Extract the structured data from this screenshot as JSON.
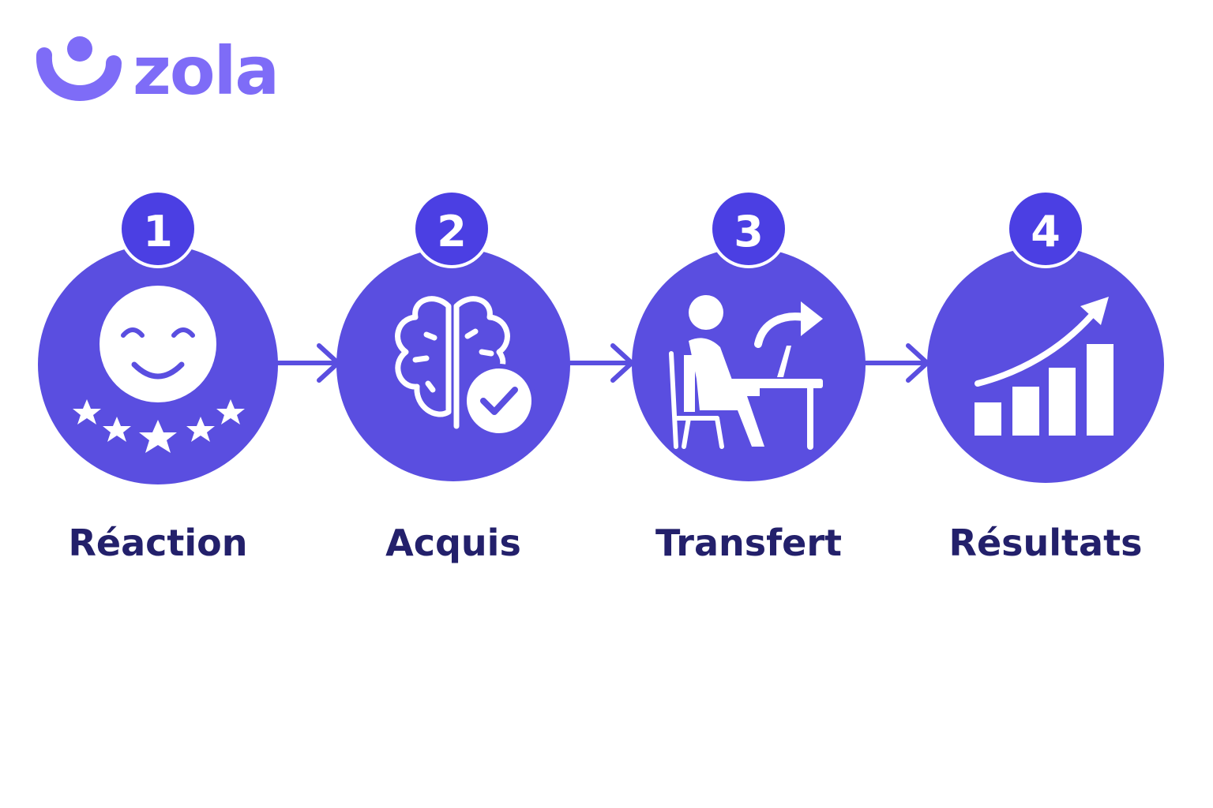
{
  "brand": {
    "name": "zola",
    "color": "#7e6cf7"
  },
  "colors": {
    "circle": "#5a4ee0",
    "badge": "#4b3fe3",
    "label": "#23206b",
    "icon": "#ffffff"
  },
  "steps": [
    {
      "number": "1",
      "label": "Réaction",
      "icon": "smiley-stars-icon"
    },
    {
      "number": "2",
      "label": "Acquis",
      "icon": "brain-check-icon"
    },
    {
      "number": "3",
      "label": "Transfert",
      "icon": "person-desk-icon"
    },
    {
      "number": "4",
      "label": "Résultats",
      "icon": "growth-chart-icon"
    }
  ]
}
